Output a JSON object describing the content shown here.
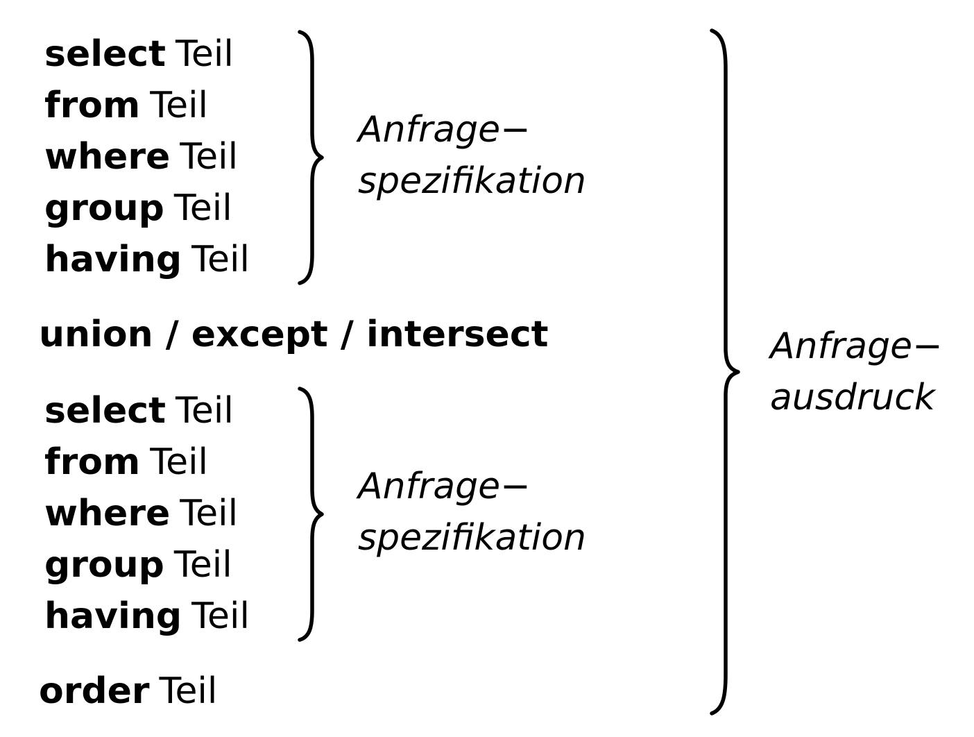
{
  "spec1": {
    "clauses": [
      {
        "keyword": "select",
        "text": "Teil"
      },
      {
        "keyword": "from",
        "text": "Teil"
      },
      {
        "keyword": "where",
        "text": "Teil"
      },
      {
        "keyword": "group",
        "text": "Teil"
      },
      {
        "keyword": "having",
        "text": "Teil"
      }
    ],
    "label_line1": "Anfrage−",
    "label_line2": "spezifikation"
  },
  "set_operators": "union / except / intersect",
  "spec2": {
    "clauses": [
      {
        "keyword": "select",
        "text": "Teil"
      },
      {
        "keyword": "from",
        "text": "Teil"
      },
      {
        "keyword": "where",
        "text": "Teil"
      },
      {
        "keyword": "group",
        "text": "Teil"
      },
      {
        "keyword": "having",
        "text": "Teil"
      }
    ],
    "label_line1": "Anfrage−",
    "label_line2": "spezifikation"
  },
  "order_clause": {
    "keyword": "order",
    "text": "Teil"
  },
  "expression_label_line1": "Anfrage−",
  "expression_label_line2": "ausdruck"
}
